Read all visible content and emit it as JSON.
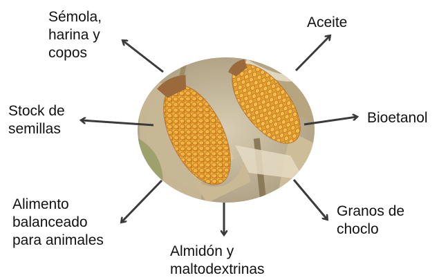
{
  "labels": {
    "semola": [
      "Sémola,",
      "harina y",
      "copos"
    ],
    "aceite": [
      "Aceite"
    ],
    "stock": [
      "Stock de",
      "semillas"
    ],
    "bioetanol": [
      "Bioetanol"
    ],
    "alimento": [
      "Alimento",
      "balanceado",
      "para animales"
    ],
    "granos": [
      "Granos de",
      "choclo"
    ],
    "almidon": [
      "Almidón y",
      "maltodextrinas"
    ]
  },
  "colors": {
    "arrow": "#3a3a3a",
    "corn_kernel": "#e2a233",
    "husk": "#d9c7a2",
    "background_field": "#bfb49a",
    "stalk": "#8b7b5a"
  },
  "icons": {
    "center_image": "corn-ears-photo",
    "arrows": "arrow-icon"
  }
}
